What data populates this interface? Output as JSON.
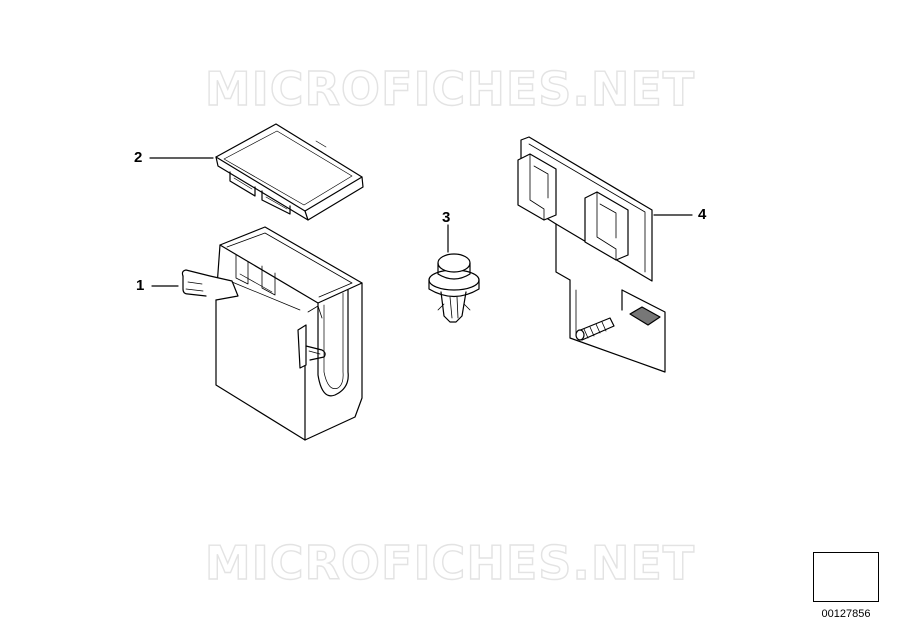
{
  "watermark": {
    "top_text": "MICROFICHES.NET",
    "bottom_text": "MICROFICHES.NET"
  },
  "callouts": {
    "part_1": "1",
    "part_2": "2",
    "part_3": "3",
    "part_4": "4"
  },
  "reference": {
    "number": "00127856"
  },
  "icons": {
    "orientation": "arrow-pointing-down-left-icon"
  },
  "colors": {
    "line": "#000000",
    "watermark": "#e3e3e3",
    "background": "#ffffff"
  }
}
